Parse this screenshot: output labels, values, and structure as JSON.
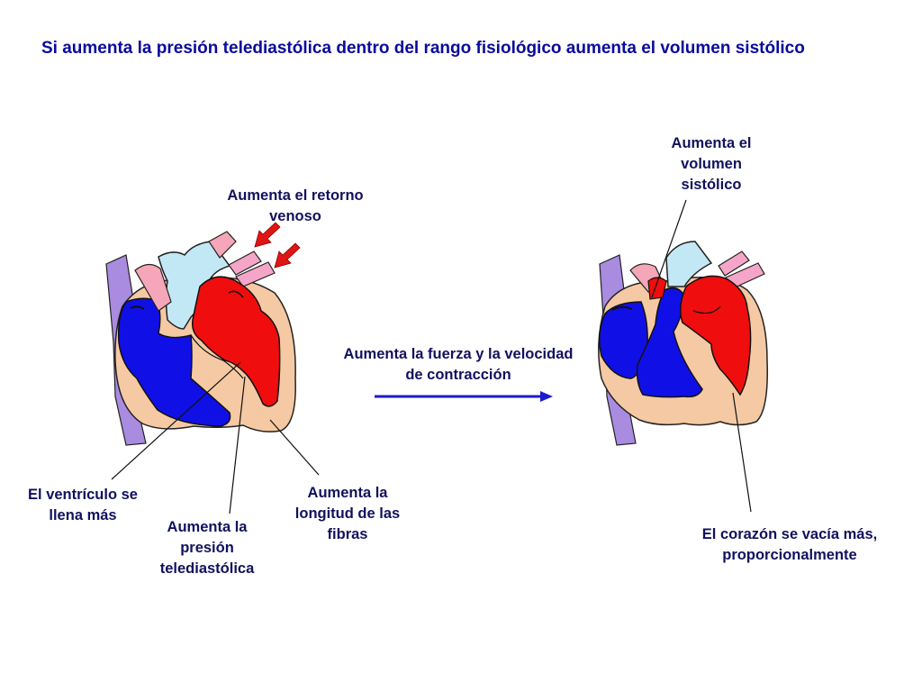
{
  "title": "Si aumenta la presión telediastólica dentro del rango fisiológico aumenta el volumen sistólico",
  "labels": {
    "retorno": "Aumenta el retorno venoso",
    "ventriculo": "El ventrículo se llena más",
    "presion": "Aumenta la presión telediastólica",
    "longitud": "Aumenta la longitud de las fibras",
    "fuerza": "Aumenta la fuerza y la velocidad de contracción",
    "volumen": "Aumenta el volumen sistólico",
    "vacia": "El corazón se vacía más, proporcionalmente"
  },
  "colors": {
    "text": "#11115e",
    "title": "#0a0a9c",
    "arrow": "#1c1ccc",
    "red_arrows": "#e01515"
  }
}
